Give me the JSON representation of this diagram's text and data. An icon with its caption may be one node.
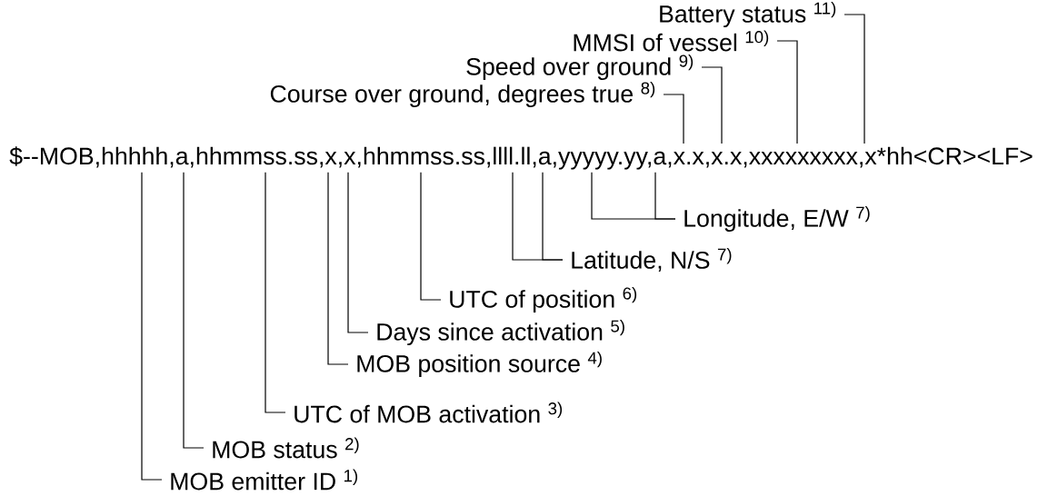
{
  "diagram": {
    "nodes": [
      {
        "text": [
          "$--MOB,hhhhh,a,hhmmss.ss,x,x,hhmmss.ss,llll.ll,a,yyyyy.yy,a,x.x,x.x,xxxxxxxxx,x*hh<CR><LF>"
        ]
      },
      {
        "text": [
          "Battery status $^{11)}$"
        ]
      },
      {
        "text": [
          "MMSI of vessel $^{10)}$"
        ]
      },
      {
        "text": [
          "Speed over ground $^{9)}$"
        ]
      },
      {
        "text": [
          "Course over ground, degrees true $^{8)}$"
        ]
      },
      {
        "text": [
          "Longitude, E/W $^{7)}$"
        ]
      },
      {
        "text": [
          "Latitude, N/S $^{7)}$"
        ]
      },
      {
        "text": [
          "UTC of position $^{6)}$"
        ]
      },
      {
        "text": [
          "Days since activation $^{5)}$"
        ]
      },
      {
        "text": [
          "MOB position source $^{4)}$"
        ]
      },
      {
        "text": [
          "UTC of MOB activation $^{3)}$"
        ]
      },
      {
        "text": [
          "MOB status $^{2)}$"
        ]
      },
      {
        "text": [
          "MOB emitter ID $^{1)}$"
        ]
      }
    ],
    "edges": [
      {
        "from": 1,
        "to": 0,
        "arrow": "none"
      },
      {
        "from": 2,
        "to": 0,
        "arrow": "none"
      },
      {
        "from": 3,
        "to": 0,
        "arrow": "none"
      },
      {
        "from": 4,
        "to": 0,
        "arrow": "none"
      },
      {
        "from": 5,
        "to": 0,
        "arrow": "none"
      },
      {
        "from": 5,
        "to": 0,
        "arrow": "none"
      },
      {
        "from": 6,
        "to": 0,
        "arrow": "none"
      },
      {
        "from": 6,
        "to": 0,
        "arrow": "none"
      },
      {
        "from": 7,
        "to": 0,
        "arrow": "none"
      },
      {
        "from": 8,
        "to": 0,
        "arrow": "none"
      },
      {
        "from": 9,
        "to": 0,
        "arrow": "none"
      },
      {
        "from": 10,
        "to": 0,
        "arrow": "none"
      },
      {
        "from": 11,
        "to": 0,
        "arrow": "none"
      },
      {
        "from": 12,
        "to": 0,
        "arrow": "none"
      }
    ]
  }
}
